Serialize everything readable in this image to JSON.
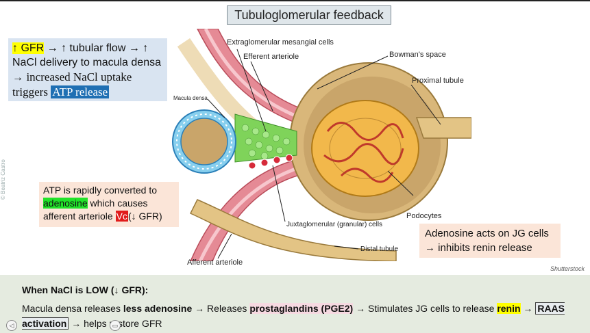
{
  "title": "Tubuloglomerular feedback",
  "notes": {
    "gfr": {
      "part1": "↑ GFR",
      "part2": " → ↑ tubular flow → ↑ NaCl delivery to macula densa → ",
      "part3": "increased NaCl uptake triggers ",
      "part4": "ATP release"
    },
    "atp": {
      "part1": "ATP is rapidly converted to ",
      "part2": "adenosine",
      "part3": " which causes afferent arteriole ",
      "part4": "Vc",
      "part5": "(↓ GFR)"
    },
    "adenosine": "Adenosine acts on JG cells → inhibits renin release"
  },
  "labels": {
    "extraglomerular": "Extraglomerular mesangial cells",
    "efferent": "Efferent arteriole",
    "bowmans": "Bowman's space",
    "proximal": "Proximal tubule",
    "macula": "Macula densa",
    "podocytes": "Podocytes",
    "juxtaglomerular": "Juxtaglomerular (granular) cells",
    "distal": "Distal tubule",
    "afferent": "Afferent arteriole"
  },
  "watermark": "© Beatriz Castro",
  "shutterstock": "Shutterstock",
  "bottom": {
    "heading": "When NaCl is LOW (↓ GFR):",
    "t1": "Macula densa releases ",
    "t2": "less adenosine",
    "t3": " → Releases ",
    "t4": "prostaglandins (PGE2)",
    "t5": " → Stimulates JG cells to release ",
    "t6": "renin",
    "t7": " → ",
    "t8": "RAAS activation",
    "t9": " → helps restore GFR"
  },
  "colors": {
    "title_bg": "#dfe6ea",
    "note_blue": "#d9e4f1",
    "note_peach": "#fbe5d8",
    "bottom_bg": "#e5ebe0",
    "highlight_yellow": "#ffff00",
    "highlight_blue": "#1f6fb3",
    "highlight_green": "#22e32a",
    "highlight_red": "#e11b1b"
  }
}
